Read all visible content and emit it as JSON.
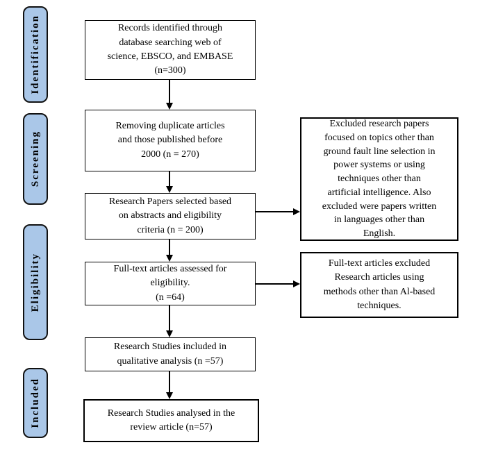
{
  "diagram": {
    "type": "prisma-flow",
    "colors": {
      "stage_fill": "#aac7e8",
      "border": "#000000",
      "background": "#ffffff"
    },
    "stages": [
      {
        "label": "Identification"
      },
      {
        "label": "Screening"
      },
      {
        "label": "Eligibility"
      },
      {
        "label": "Included"
      }
    ],
    "flow_boxes": [
      {
        "id": "records-identified",
        "lines": [
          "Records identified through",
          "database searching web of",
          "science, EBSCO, and EMBASE",
          "(n=300)"
        ]
      },
      {
        "id": "duplicates-removed",
        "lines": [
          "Removing duplicate articles",
          "and those published before",
          "2000 (n = 270)"
        ]
      },
      {
        "id": "abstracts-selected",
        "lines": [
          "Research Papers selected based",
          "on abstracts and eligibility",
          "criteria (n = 200)"
        ]
      },
      {
        "id": "fulltext-assessed",
        "lines": [
          "Full-text articles assessed for",
          "eligibility.",
          "(n =64)"
        ]
      },
      {
        "id": "qualitative-included",
        "lines": [
          "Research Studies included in",
          "qualitative analysis (n =57)"
        ]
      },
      {
        "id": "review-analysed",
        "lines": [
          "Research Studies analysed in the",
          "review article (n=57)"
        ]
      }
    ],
    "exclusion_boxes": [
      {
        "id": "excluded-topics",
        "lines": [
          "Excluded research papers",
          "focused on topics other than",
          "ground fault line selection in",
          "power systems or using",
          "techniques other than",
          "artificial intelligence.  Also",
          "excluded were papers written",
          "in languages other than",
          "English."
        ]
      },
      {
        "id": "excluded-methods",
        "lines": [
          "Full-text articles excluded",
          "Research articles using",
          "methods other than Al-based",
          "techniques."
        ]
      }
    ]
  }
}
